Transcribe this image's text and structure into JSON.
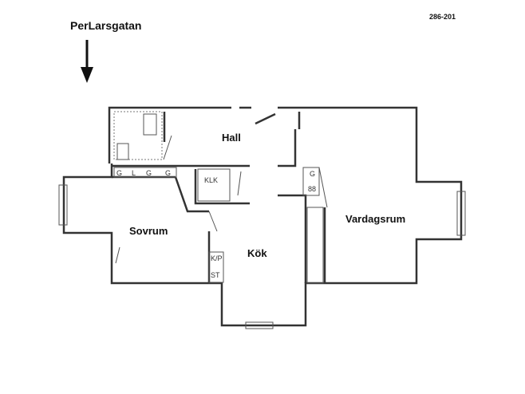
{
  "street_label": "PerLarsgatan",
  "plan_number": "286-201",
  "rooms": {
    "hall": "Hall",
    "sovrum": "Sovrum",
    "kok": "Kök",
    "vardagsrum": "Vardagsrum"
  },
  "fixtures": {
    "wardrobes": [
      "G",
      "L",
      "G",
      "G"
    ],
    "klk": "KLK",
    "kp": "K/P",
    "st": "ST",
    "kitchen_g": "G",
    "stove": "88"
  },
  "icons": [
    "north-arrow-icon"
  ]
}
